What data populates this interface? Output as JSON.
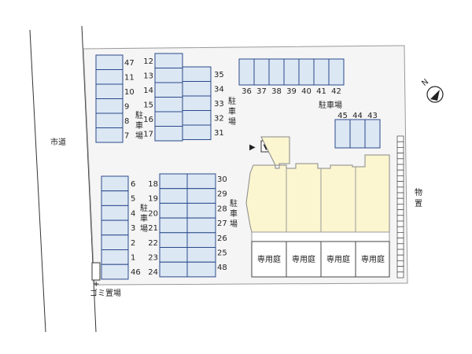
{
  "road_label": "市道",
  "parking_label": "駐車場",
  "storage_label": "物置",
  "garbage_label": "ゴミ置場",
  "yard_label": "専用庭",
  "compass": {
    "label": "N",
    "icon": "north-arrow-icon"
  },
  "entrance_marker": "▶",
  "door_marker": "▼",
  "colors": {
    "slot_fill": "#dce7f4",
    "slot_stroke": "#2a4a8a",
    "building_fill": "#fbf6cf",
    "lot_fill": "#f5f5f5"
  },
  "parking": {
    "a_left_col": [
      "47",
      "11",
      "10",
      "9",
      "8",
      "7"
    ],
    "a_mid_left_col": [
      "12",
      "13",
      "14",
      "15",
      "16",
      "17"
    ],
    "a_right_col": [
      "35",
      "34",
      "33",
      "32",
      "31"
    ],
    "b_left_col": [
      "6",
      "5",
      "4",
      "3",
      "2",
      "1",
      "46"
    ],
    "b_mid_col": [
      "18",
      "19",
      "20",
      "21",
      "22",
      "23",
      "24"
    ],
    "b_right_col": [
      "30",
      "29",
      "28",
      "27",
      "26",
      "25",
      "48"
    ],
    "top_row": [
      "36",
      "37",
      "38",
      "39",
      "40",
      "41",
      "42"
    ],
    "right_row": [
      "45",
      "44",
      "43"
    ]
  }
}
